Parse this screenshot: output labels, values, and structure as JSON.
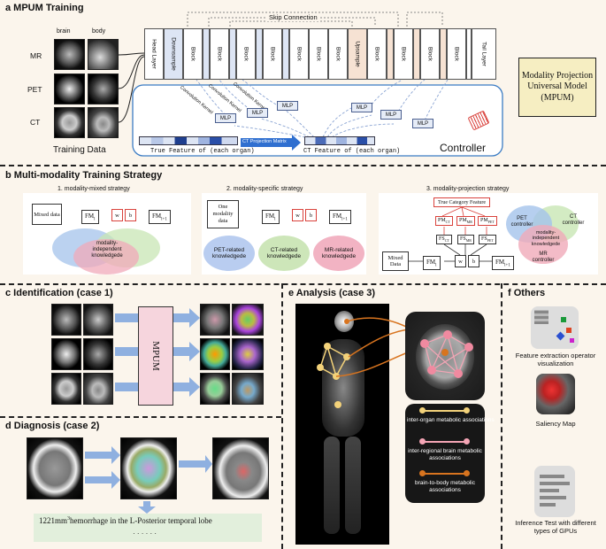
{
  "panel_a": {
    "title": "a MPUM Training",
    "col_headers": [
      "brain",
      "body"
    ],
    "row_labels": [
      "MR",
      "PET",
      "CT"
    ],
    "training_data_label": "Training Data",
    "skip_connection": "Skip Connection",
    "blocks": [
      "Head Layer",
      "Downsample",
      "Block",
      "Block",
      "Block",
      "Block",
      "Block",
      "Block",
      "Block",
      "Upsample",
      "Block",
      "Block",
      "Block",
      "Block",
      "Block",
      "Tail Layer"
    ],
    "kernel_labels": [
      "Convolution Kernel",
      "Convolution Kernel",
      "Convolution Kernel"
    ],
    "mlp_label": "MLP",
    "true_feature_left": "True Feature of (each organ)",
    "projection_matrix": "CT Projection Matrix",
    "ct_feature": "CT Feature of (each organ)",
    "controller": "Controller",
    "model_name": "Modality Projection Universal Model (MPUM)"
  },
  "panel_b": {
    "title": "b Multi-modality Training Strategy",
    "s1": {
      "title": "1. modality-mixed strategy",
      "mixed": "Mixed data",
      "fm": "FM",
      "fm_sub": "l",
      "fm_next_sub": "l+1",
      "w": "w",
      "b": "b",
      "ellipse": "modality-independent knowledgede"
    },
    "s2": {
      "title": "2. modality-specific strategy",
      "one": "One modality data",
      "pet": "PET-related knowledgede",
      "ct": "CT-related knowledgede",
      "mr": "MR-related knowledgede"
    },
    "s3": {
      "title": "3. modality-projection strategy",
      "true_cat": "True Category Feature",
      "pm": "PM",
      "fs": "FS",
      "subs": [
        "CT",
        "MR",
        "PET"
      ],
      "mixed": "Mixed Data",
      "pet_ctrl": "PET controller",
      "ct_ctrl": "CT controller",
      "mr_ctrl": "MR controller",
      "center": "modality-independent knowledgede"
    }
  },
  "panel_c": {
    "title": "c Identification (case 1)",
    "mpum": "MPUM"
  },
  "panel_d": {
    "title": "d Diagnosis (case 2)",
    "caption_num": "1221mm",
    "caption_sup": "3",
    "caption_rest": "hemorrhage in the L-Posterior temporal lobe",
    "ellipsis": "· · · · · ·"
  },
  "panel_e": {
    "title": "e Analysis (case 3)",
    "legend": [
      "inter-organ metabolic associations",
      "inter-regional brain metabolic associations",
      "brain-to-body metabolic associations"
    ],
    "colors": {
      "yellow": "#f3d27a",
      "pink": "#f4a5b5",
      "orange": "#d8741f"
    }
  },
  "panel_f": {
    "title": "f Others",
    "items": [
      "Feature extraction operator visualization",
      "Saliency Map",
      "Inference Test with different types of GPUs"
    ]
  }
}
